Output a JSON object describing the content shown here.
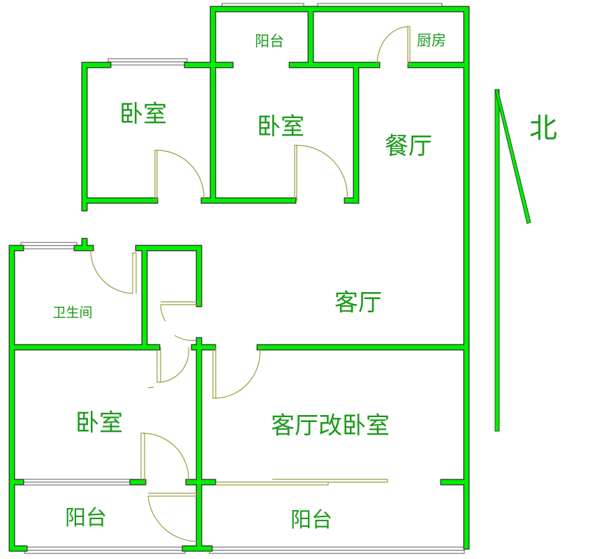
{
  "rooms": {
    "bedroom_nw": "卧室",
    "bedroom_n": "卧室",
    "balcony_n": "阳台",
    "kitchen": "厨房",
    "dining": "餐厅",
    "living": "客厅",
    "bathroom": "卫生间",
    "bedroom_sw": "卧室",
    "living_converted_bedroom": "客厅改卧室",
    "balcony_sw": "阳台",
    "balcony_s": "阳台"
  },
  "compass": {
    "label": "北"
  },
  "colors": {
    "wall": "#00ee00",
    "wall_edge": "#2a4a2a",
    "door": "#9a9a40",
    "label": "#1a9a1a",
    "window": "#777777"
  }
}
